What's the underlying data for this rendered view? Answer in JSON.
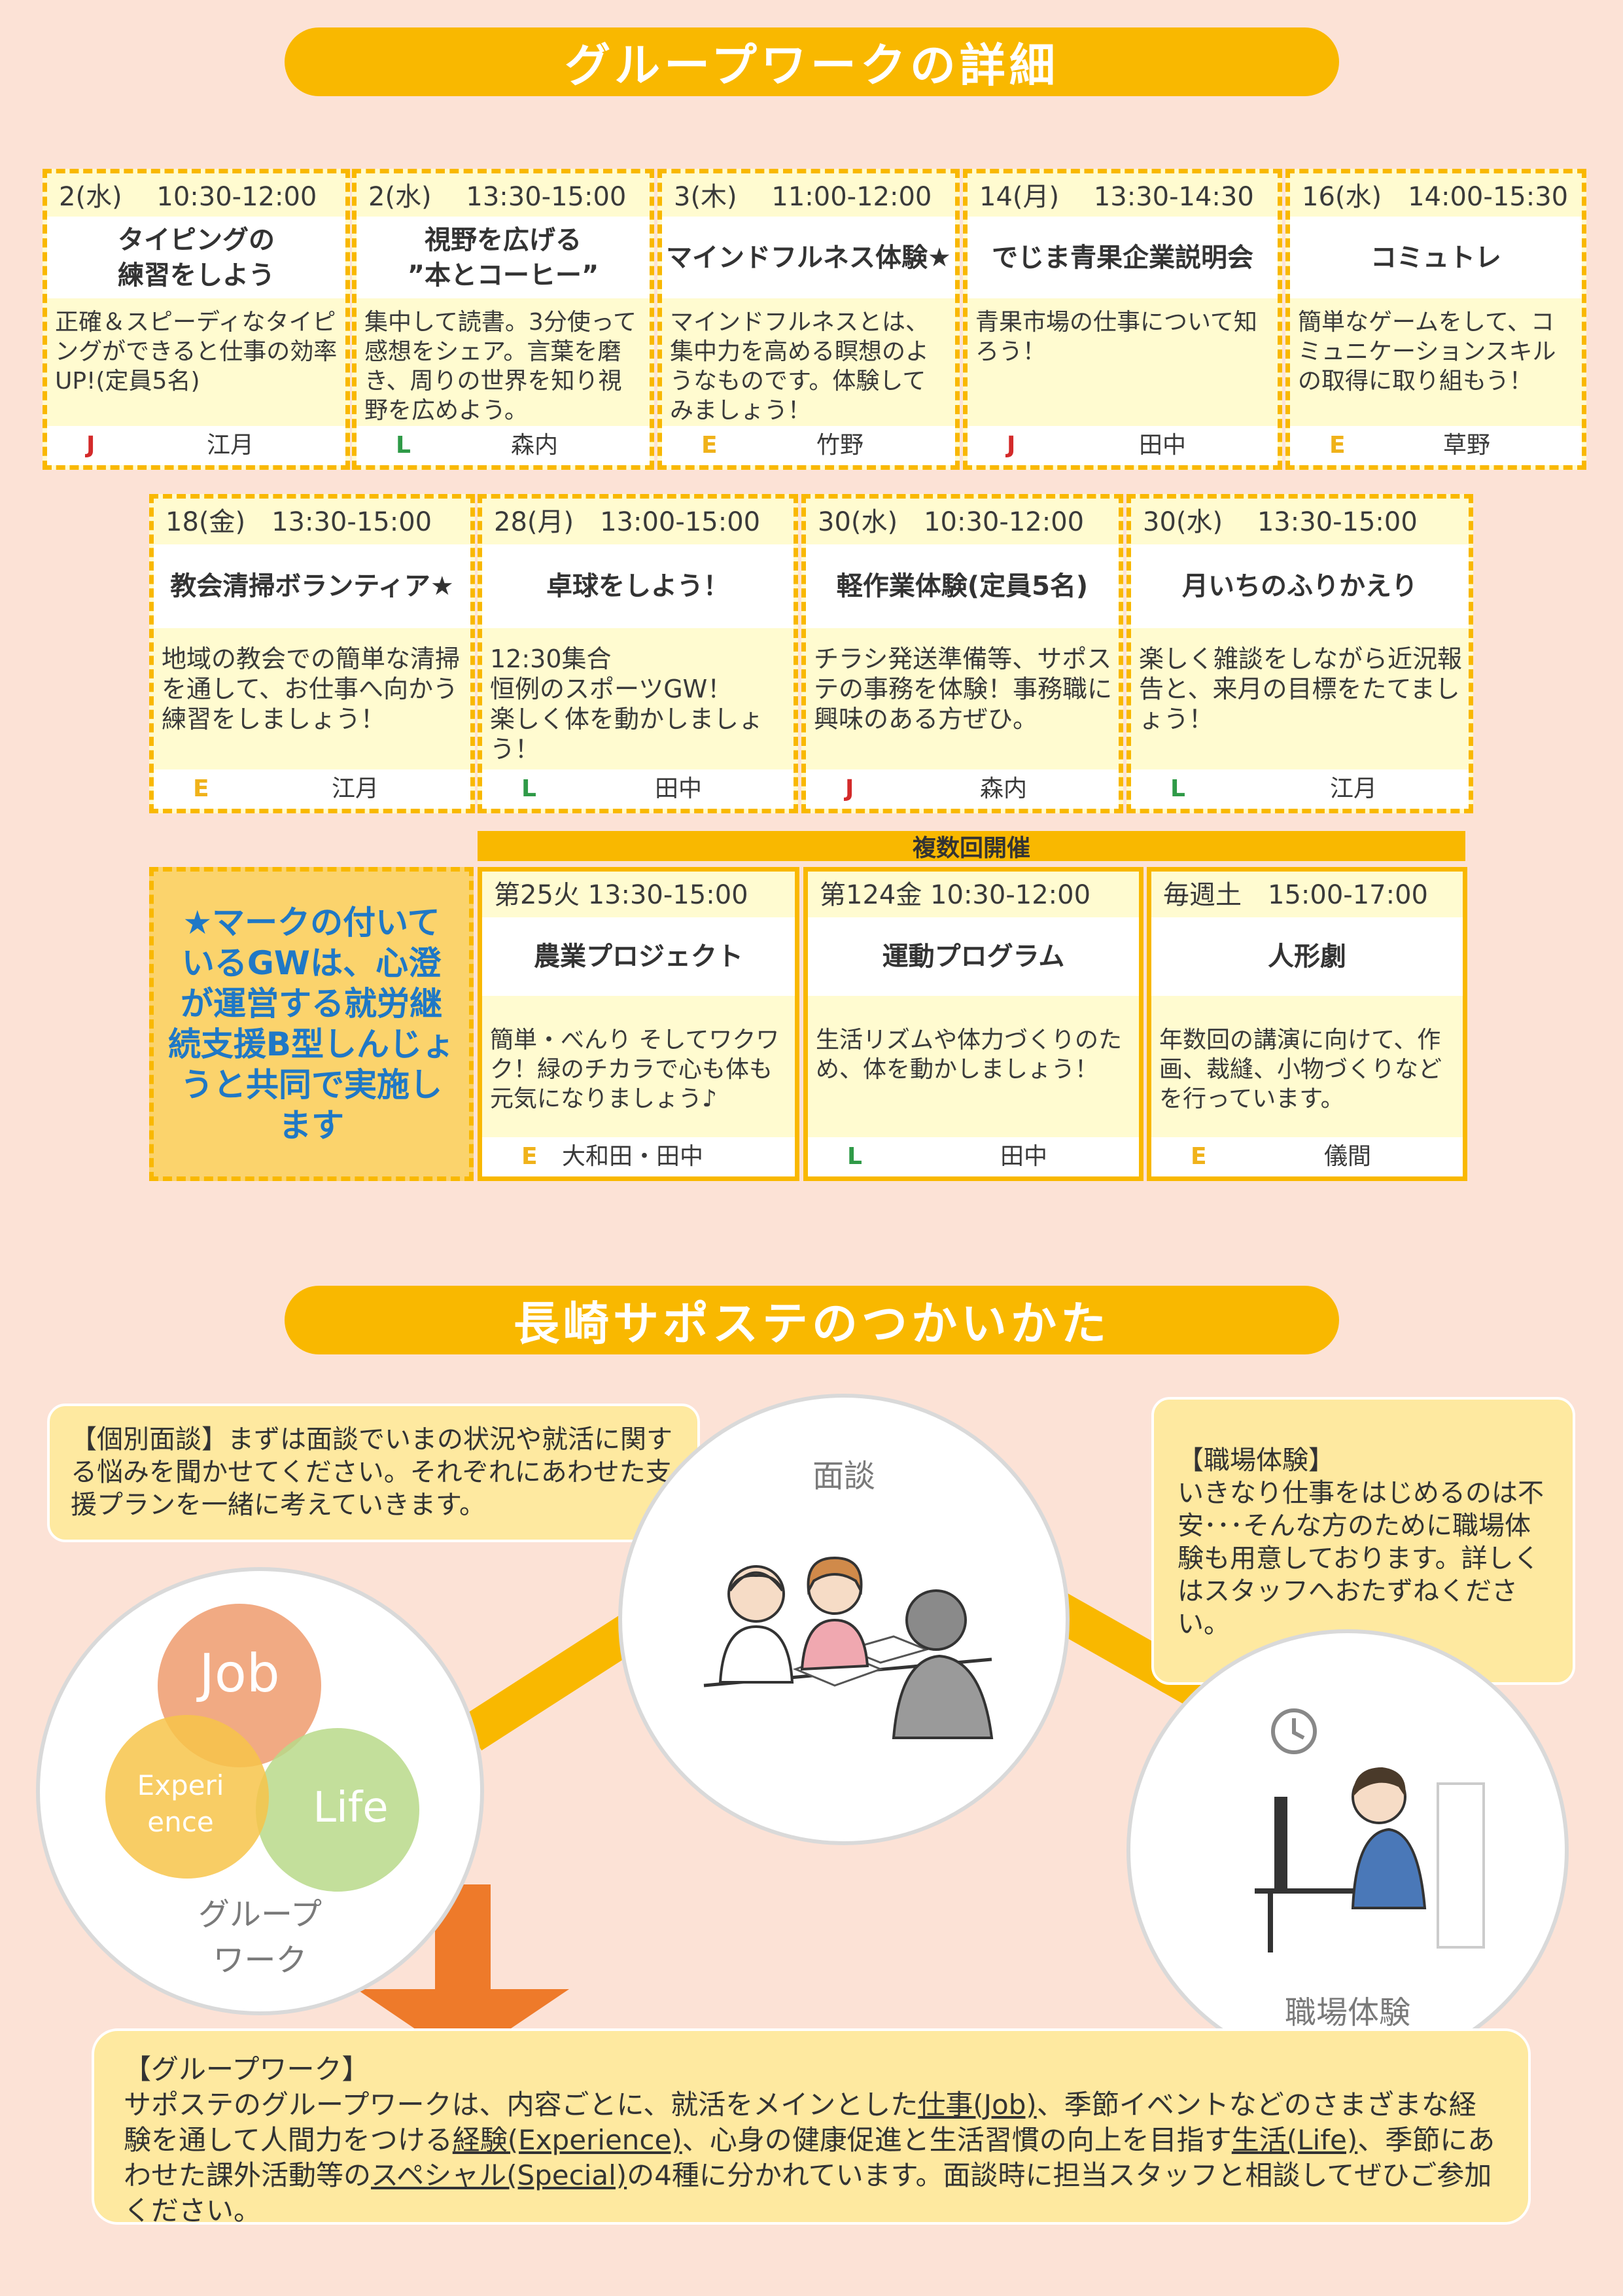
{
  "section1_title": "グループワークの詳細",
  "row1": [
    {
      "time": "2(水)　 10:30-12:00",
      "title": [
        "タイピングの",
        "練習をしよう"
      ],
      "desc": "正確＆スピーディなタイピングができると仕事の効率UP!(定員5名)",
      "tag": "J",
      "staff": "江月"
    },
    {
      "time": "2(水)　 13:30-15:00",
      "title": [
        "視野を広げる",
        "”本とコーヒー”"
      ],
      "desc": "集中して読書。3分使って感想をシェア。言葉を磨き、周りの世界を知り視野を広めよう。",
      "tag": "L",
      "staff": "森内"
    },
    {
      "time": "3(木)　 11:00-12:00",
      "title": [
        "マインドフルネス体験★"
      ],
      "desc": "マインドフルネスとは、集中力を高める瞑想のようなものです。体験してみましょう！",
      "tag": "E",
      "staff": "竹野"
    },
    {
      "time": "14(月)　 13:30-14:30",
      "title": [
        "でじま青果企業説明会"
      ],
      "desc": "青果市場の仕事について知ろう！",
      "tag": "J",
      "staff": "田中"
    },
    {
      "time": "16(水)　14:00-15:30",
      "title": [
        "コミュトレ"
      ],
      "desc": "簡単なゲームをして、コミュニケーションスキルの取得に取り組もう！",
      "tag": "E",
      "staff": "草野"
    }
  ],
  "row2": [
    {
      "time": "18(金)　13:30-15:00",
      "title": [
        "教会清掃ボランティア★"
      ],
      "desc": "地域の教会での簡単な清掃を通して、お仕事へ向かう練習をしましょう！",
      "tag": "E",
      "staff": "江月"
    },
    {
      "time": "28(月)　13:00-15:00",
      "title": [
        "卓球をしよう！"
      ],
      "desc": "12:30集合\n恒例のスポーツGW！\n楽しく体を動かしましょう！",
      "tag": "L",
      "staff": "田中"
    },
    {
      "time": "30(水)　10:30-12:00",
      "title": [
        "軽作業体験(定員5名)"
      ],
      "desc": "チラシ発送準備等、サポステの事務を体験！事務職に興味のある方ぜひ。",
      "tag": "J",
      "staff": "森内"
    },
    {
      "time": "30(水)　 13:30-15:00",
      "title": [
        "月いちのふりかえり"
      ],
      "desc": "楽しく雑談をしながら近況報告と、来月の目標をたてましょう！",
      "tag": "L",
      "staff": "江月"
    }
  ],
  "note": "★マークの付いているGWは、心澄が運営する就労継続支援B型しんじょうと共同で実施します",
  "multi_label": "複数回開催",
  "multi": [
    {
      "time": "第25火 13:30-15:00",
      "title": [
        "農業プロジェクト"
      ],
      "desc": "簡単・べんり そしてワクワク！緑のチカラで心も体も元気になりましょう♪",
      "tag": "E",
      "staff": "大和田・田中"
    },
    {
      "time": "第124金 10:30-12:00",
      "title": [
        "運動プログラム"
      ],
      "desc": "生活リズムや体力づくりのため、体を動かしましょう！",
      "tag": "L",
      "staff": "田中"
    },
    {
      "time": "毎週土　15:00-17:00",
      "title": [
        "人形劇"
      ],
      "desc": "年数回の講演に向けて、作画、裁縫、小物づくりなどを行っています。",
      "tag": "E",
      "staff": "儀間"
    }
  ],
  "section2_title": "長崎サポステのつかいかた",
  "interview_box": "【個別面談】まずは面談でいまの状況や就活に関する悩みを聞かせてください。それぞれにあわせた支援プランを一緒に考えていきます。",
  "interview_label": "面談",
  "workplace_box": "【職場体験】\nいきなり仕事をはじめるのは不安･･･そんな方のために職場体験も用意しております。詳しくはスタッフへおたずねください。",
  "workplace_label": "職場体験",
  "venn": {
    "job": "Job",
    "experience": "Experi\nence",
    "life": "Life",
    "label": "グループ\nワーク"
  },
  "gw_heading": "【グループワーク】",
  "gw_text": {
    "p1": "サポステのグループワークは、内容ごとに、就活をメインとした",
    "job": "仕事(Job)",
    "p2": "、季節イベントなどのさまざまな経験を通して人間力をつける",
    "exp": "経験(Experience)",
    "p3": "、心身の健康促進と生活習慣の向上を目指す",
    "life": "生活(Life)",
    "p4": "、季節にあわせた課外活動等の",
    "special": "スペシャル(Special)",
    "p5": "の4種に分かれています。面談時に担当スタッフと相談してぜひご参加ください。"
  },
  "colors": {
    "accent": "#f9b800",
    "background": "#fce2d6",
    "card": "#fffbd0",
    "J": "#d32a2a",
    "L": "#2f9a47",
    "E": "#f0b21a",
    "note_text": "#1f78c6",
    "arrow": "#ee7a2a"
  }
}
